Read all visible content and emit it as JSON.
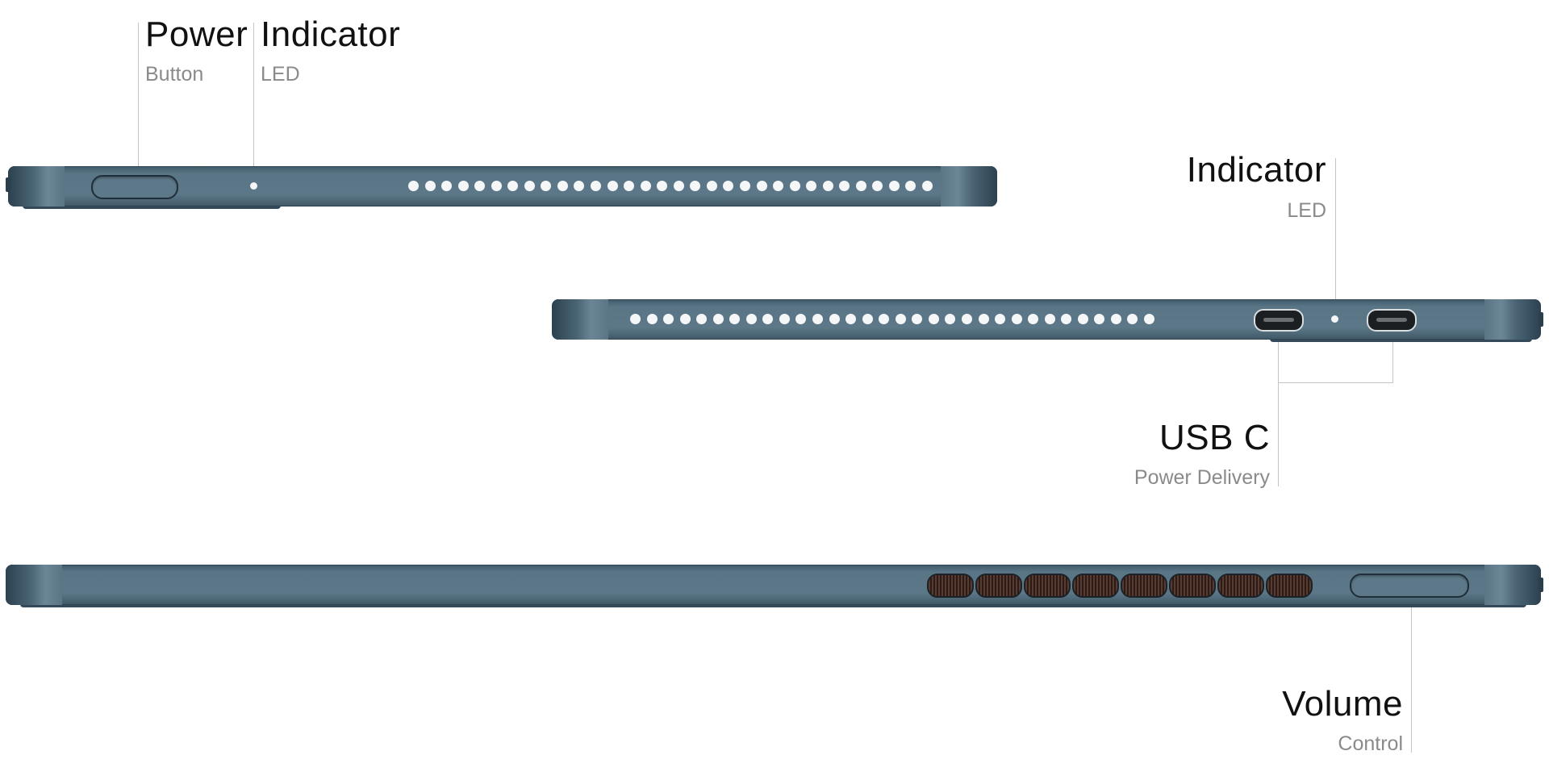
{
  "labels": {
    "power": {
      "title": "Power",
      "subtitle": "Button"
    },
    "indicator_top": {
      "title": "Indicator",
      "subtitle": "LED"
    },
    "indicator_middle": {
      "title": "Indicator",
      "subtitle": "LED"
    },
    "usb_c": {
      "title": "USB C",
      "subtitle": "Power Delivery"
    },
    "volume": {
      "title": "Volume",
      "subtitle": "Control"
    }
  },
  "colors": {
    "device_body": "#5c7888",
    "device_edge": "#2c4150",
    "speaker_hole": "#f4f6f7",
    "vent": "#5a3b32",
    "leader_line": "#c4c4c4",
    "title_text": "#111111",
    "subtitle_text": "#8a8a8a"
  },
  "devices": {
    "top": {
      "speaker_hole_count": 32
    },
    "middle": {
      "speaker_hole_count": 32,
      "usb_c_port_count": 2
    },
    "bottom": {
      "vent_count": 8
    }
  }
}
